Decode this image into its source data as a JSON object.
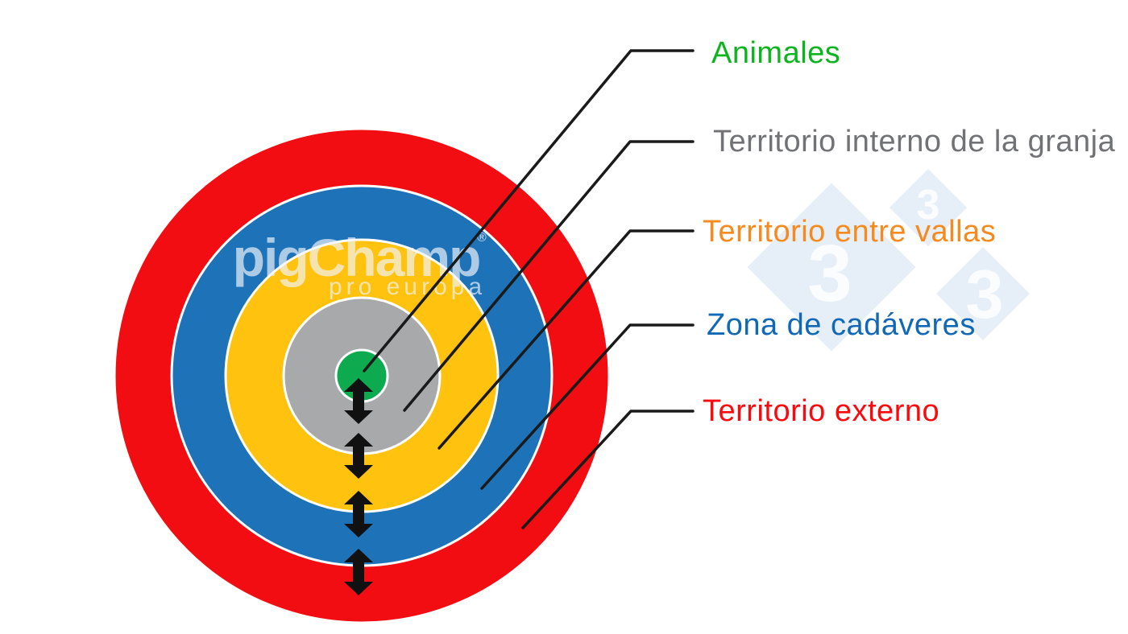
{
  "diagram": {
    "description": "Concentric biosecurity zones of a pig farm (target diagram)",
    "zones": [
      {
        "id": "animales",
        "label": "Animales",
        "text_color": "#0EB41E",
        "ring_color": "#0DAA50"
      },
      {
        "id": "territorio-interno",
        "label": "Territorio interno de la granja",
        "text_color": "#717275",
        "ring_color": "#A8A9AB"
      },
      {
        "id": "territorio-entre-vallas",
        "label": "Territorio entre vallas",
        "text_color": "#F68A1F",
        "ring_color": "#FFC20E"
      },
      {
        "id": "zona-cadaveres",
        "label": "Zona de cadáveres",
        "text_color": "#1168B7",
        "ring_color": "#1E73B8"
      },
      {
        "id": "territorio-externo",
        "label": "Territorio externo",
        "text_color": "#FA0A0F",
        "ring_color": "#F10D12"
      }
    ],
    "separator_color": "#FFFFFF",
    "leader_line_color": "#1A1A1A",
    "arrow_color": "#111111",
    "watermarks": {
      "pigchamp_line1": "pigChamp",
      "pigchamp_reg": "®",
      "pigchamp_line2": "pro europa",
      "pigchamp_color": "#F2F5FB",
      "tres3_digit": "3",
      "tres3_diamond_color": "#CEE0F3"
    }
  }
}
